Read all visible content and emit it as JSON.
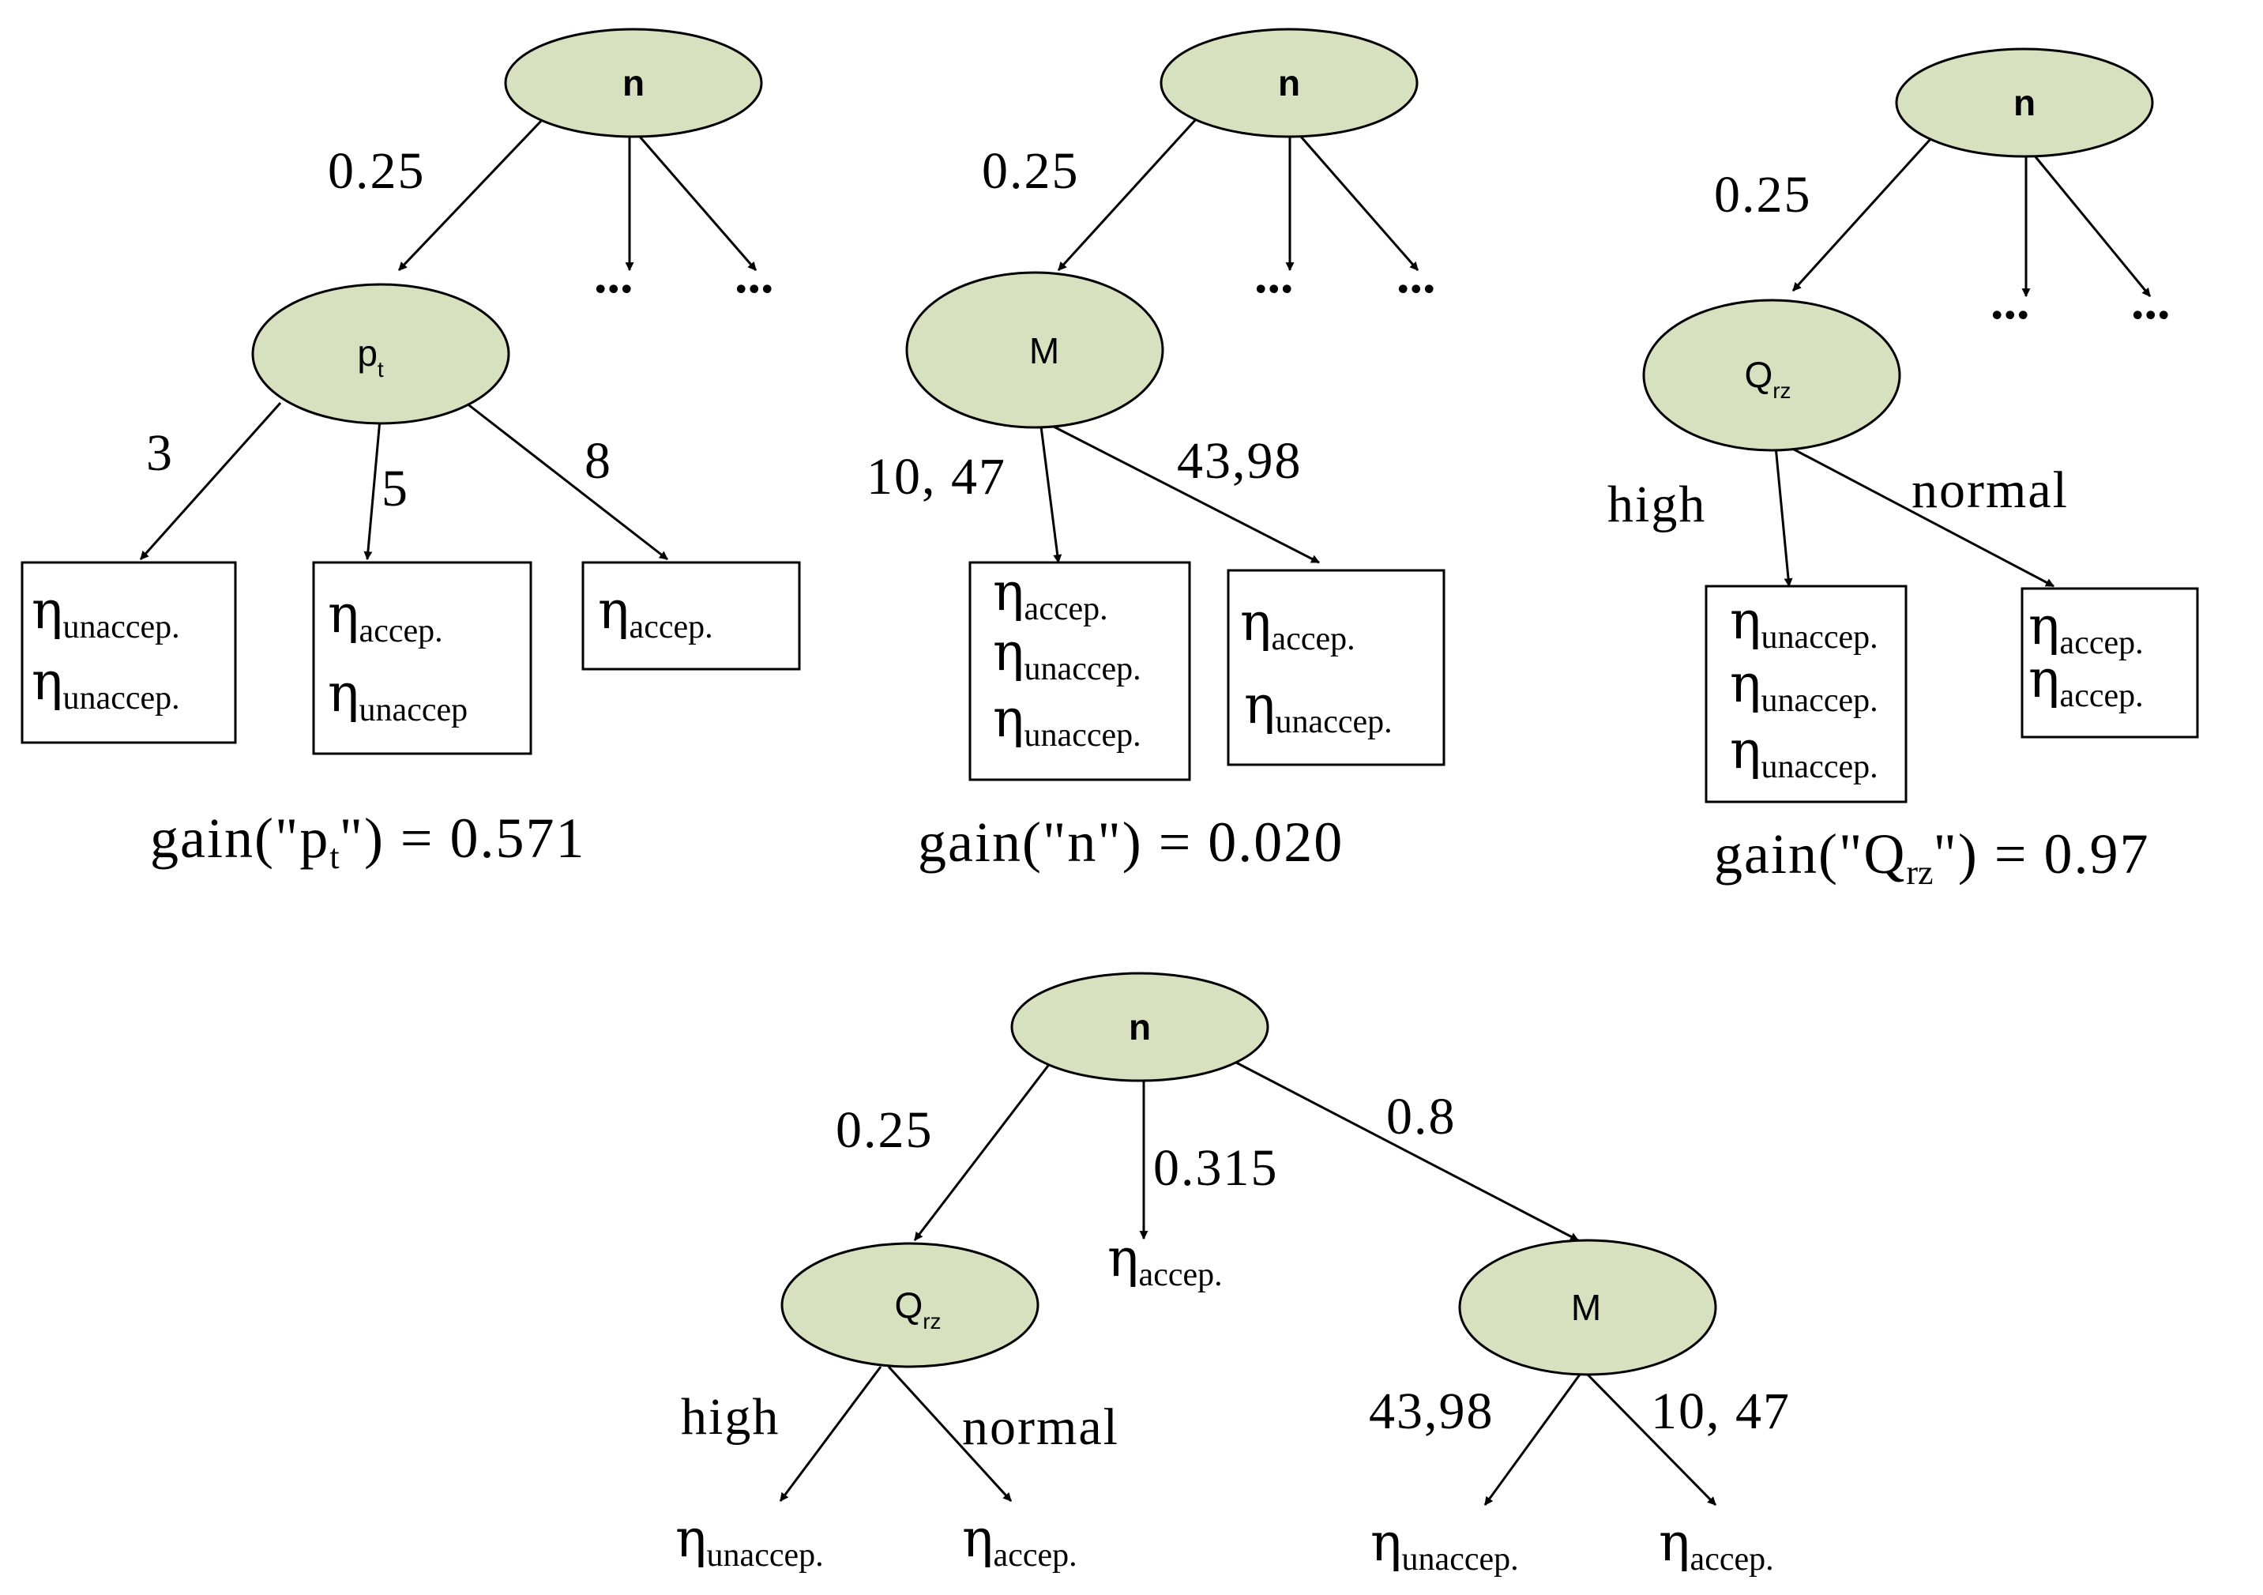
{
  "symbols": {
    "eta": "η",
    "ellipsis": "..."
  },
  "trees": [
    {
      "root": "n",
      "root_edge": "0.25",
      "child": {
        "label": "p",
        "sub": "t"
      },
      "branches": [
        {
          "label": "3",
          "leaves": [
            "unaccep.",
            "unaccep."
          ]
        },
        {
          "label": "5",
          "leaves": [
            "accep.",
            "unaccep"
          ]
        },
        {
          "label": "8",
          "leaves": [
            "accep."
          ]
        }
      ],
      "gain": {
        "prefix": "gain(\"",
        "name": "p",
        "sub": "t",
        "suffix": "\") = 0.571"
      }
    },
    {
      "root": "n",
      "root_edge": "0.25",
      "child": {
        "label": "M",
        "sub": ""
      },
      "branches": [
        {
          "label": "10, 47",
          "leaves": [
            "accep.",
            "unaccep.",
            "unaccep."
          ]
        },
        {
          "label": "43,98",
          "leaves": [
            "accep.",
            "unaccep."
          ]
        }
      ],
      "gain": {
        "prefix": "gain(\"",
        "name": "n",
        "sub": "",
        "suffix": "\") = 0.020"
      }
    },
    {
      "root": "n",
      "root_edge": "0.25",
      "child": {
        "label": "Q",
        "sub": "rz"
      },
      "branches": [
        {
          "label": "high",
          "leaves": [
            "unaccep.",
            "unaccep.",
            "unaccep."
          ]
        },
        {
          "label": "normal",
          "leaves": [
            "accep.",
            "accep."
          ]
        }
      ],
      "gain": {
        "prefix": "gain(\"",
        "name": "Q",
        "sub": "rz",
        "suffix": "\") = 0.97"
      }
    }
  ],
  "final_tree": {
    "root": "n",
    "edges": [
      "0.25",
      "0.315",
      "0.8"
    ],
    "middle_leaf": "accep.",
    "left": {
      "label": "Q",
      "sub": "rz",
      "branches": [
        {
          "label": "high",
          "leaf": "unaccep."
        },
        {
          "label": "normal",
          "leaf": "accep."
        }
      ]
    },
    "right": {
      "label": "M",
      "sub": "",
      "branches": [
        {
          "label": "43,98",
          "leaf": "unaccep."
        },
        {
          "label": "10, 47",
          "leaf": "accep."
        }
      ]
    }
  }
}
